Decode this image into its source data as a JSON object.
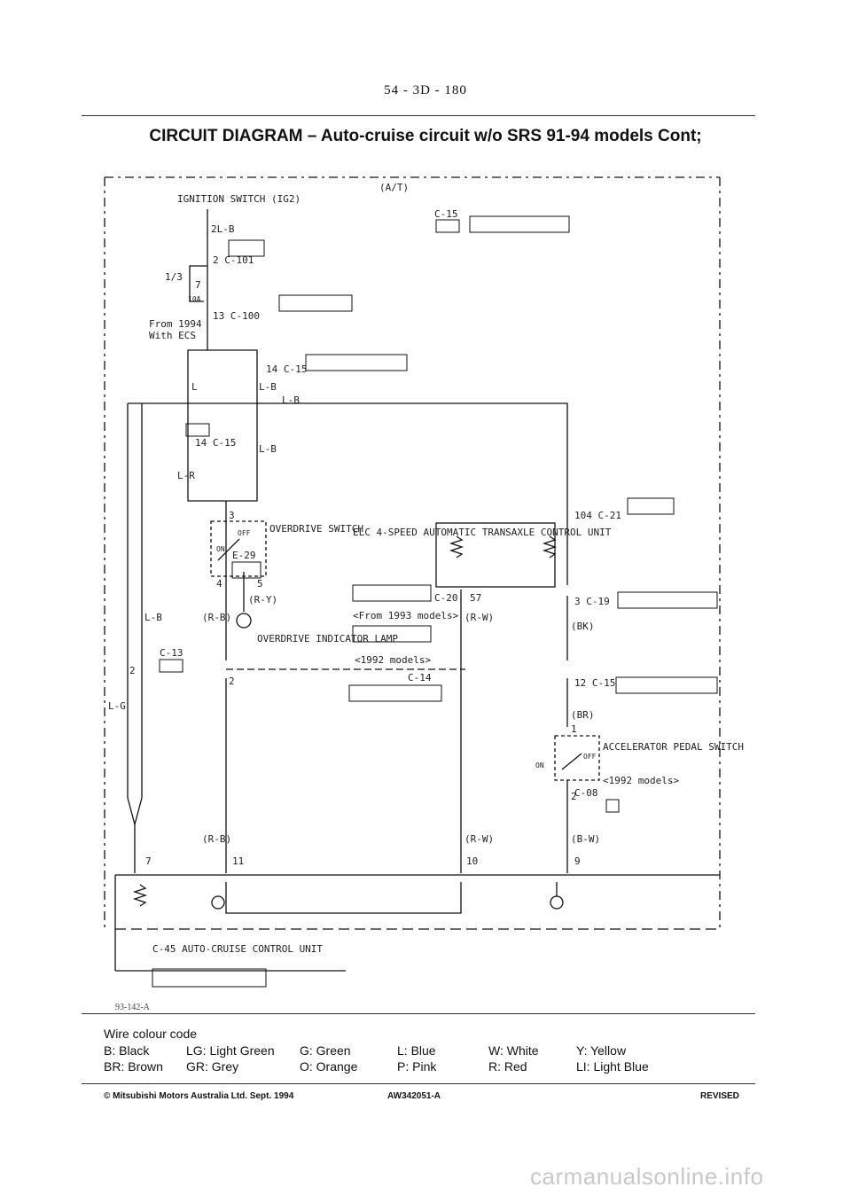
{
  "page_number": "54 - 3D - 180",
  "title": "CIRCUIT DIAGRAM – Auto-cruise circuit w/o SRS 91-94 models Cont;",
  "figure_code": "93-142-A",
  "diagram": {
    "top_label": "(A/T)",
    "ignition_switch": "IGNITION SWITCH (IG2)",
    "connectors": {
      "c101": "2 C-101",
      "c100": "13 C-100",
      "c15_top": "C-15",
      "c15_mid": "14 C-15",
      "c15_left": "14 C-15",
      "c21": "104 C-21",
      "c20": "C-20",
      "c19": "3 C-19",
      "c15_right": "12 C-15",
      "c14": "C-14",
      "c08": "C-08",
      "c13": "C-13",
      "e29": "E-29",
      "c45": "C-45 AUTO-CRUISE CONTROL UNIT"
    },
    "fuse": "7",
    "fuse_rating": "10A",
    "fuse_note": "1/3",
    "from_1994": "From 1994",
    "with_ecs": "With ECS",
    "overdrive_switch": "OVERDRIVE SWITCH",
    "on_label": "ON",
    "off_label": "OFF",
    "overdrive_lamp": "OVERDRIVE INDICATOR LAMP",
    "elc_unit": "ELC 4-SPEED AUTOMATIC TRANSAXLE CONTROL UNIT",
    "from_1993": "<From 1993 models>",
    "models_1992": "<1992 models>",
    "accelerator_switch": "ACCELERATOR PEDAL SWITCH",
    "accel_1992": "<1992 models>",
    "wires": {
      "w_2lb": "2L-B",
      "w_lb": "L-B",
      "w_lb_bus": "L-B",
      "w_lb_left": "L-B",
      "w_l_far": "L",
      "w_lg": "L-G",
      "w_lr": "L-R",
      "w_lb_small": "L-B",
      "w_rb": "(R-B)",
      "w_ry": "(R-Y)",
      "w_rw": "(R-W)",
      "w_rw_low": "(R-W)",
      "w_rb_low": "(R-B)",
      "w_bw": "(B-W)",
      "w_br": "(BR)",
      "w_bk": "(BK)"
    },
    "pins": {
      "p3": "3",
      "p4": "4",
      "p5": "5",
      "p2a": "2",
      "p2b": "2",
      "p57": "57",
      "p1": "1",
      "p2c": "2",
      "p7": "7",
      "p11": "11",
      "p10": "10",
      "p9": "9"
    }
  },
  "legend": {
    "title": "Wire colour code",
    "row1": [
      "B: Black",
      "LG: Light Green",
      "G: Green",
      "L: Blue",
      "W: White",
      "Y: Yellow"
    ],
    "row2": [
      "BR: Brown",
      "GR: Grey",
      "O: Orange",
      "P: Pink",
      "R: Red",
      "LI: Light Blue"
    ]
  },
  "footer": {
    "copyright": "© Mitsubishi Motors Australia Ltd. Sept. 1994",
    "doc_code": "AW342051-A",
    "status": "REVISED"
  },
  "watermark": "carmanualsonline.info"
}
